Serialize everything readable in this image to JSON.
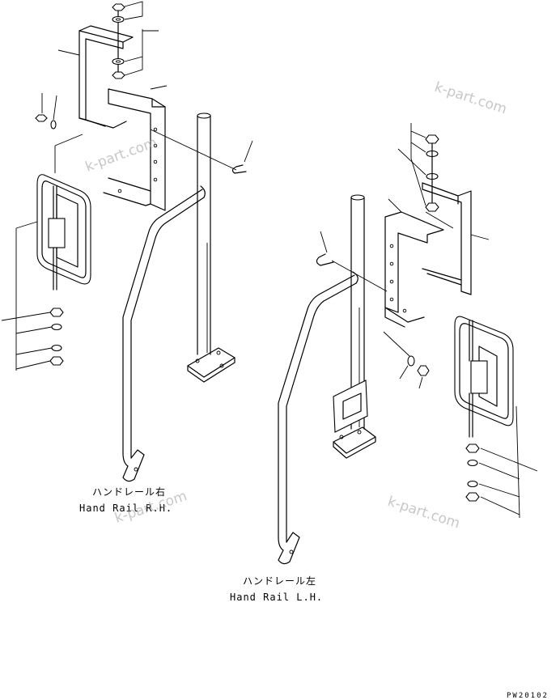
{
  "labels": {
    "rh_jp": "ハンドレール右",
    "rh_en": "Hand Rail R.H.",
    "lh_jp": "ハンドレール左",
    "lh_en": "Hand Rail L.H."
  },
  "watermarks": [
    "k-part.com",
    "k-part.com",
    "k-part.com",
    "k-part.com"
  ],
  "drawing_code": "PW20102"
}
